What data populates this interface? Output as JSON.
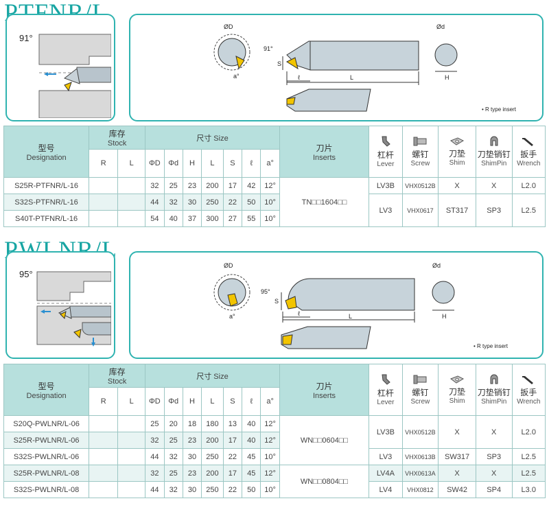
{
  "colors": {
    "accent": "#17a5a3",
    "header_bg": "#b7e0dd",
    "row_alt": "#e8f4f3"
  },
  "sections": [
    {
      "title": "PTFNR/L",
      "angle": "91°",
      "drawing_angle": "91°",
      "note": "• R type insert",
      "header": {
        "designation_cn": "型号",
        "designation_en": "Designation",
        "stock_cn": "库存",
        "stock_en": "Stock",
        "stock_r": "R",
        "stock_l": "L",
        "size_cn": "尺寸",
        "size_en": "Size",
        "dims": [
          "ΦD",
          "Φd",
          "H",
          "L",
          "S",
          "ℓ",
          "a°"
        ],
        "inserts_cn": "刀片",
        "inserts_en": "Inserts",
        "lever_cn": "杠杆",
        "lever_en": "Lever",
        "screw_cn": "螺钉",
        "screw_en": "Screw",
        "shim_cn": "刀垫",
        "shim_en": "Shim",
        "shimpin_cn": "刀垫销钉",
        "shimpin_en": "ShimPin",
        "wrench_cn": "扳手",
        "wrench_en": "Wrench"
      },
      "rows": [
        {
          "designation": "S25R-PTFNR/L-16",
          "dims": [
            "32",
            "25",
            "23",
            "200",
            "17",
            "42",
            "12°"
          ]
        },
        {
          "designation": "S32S-PTFNR/L-16",
          "dims": [
            "44",
            "32",
            "30",
            "250",
            "22",
            "50",
            "10°"
          ]
        },
        {
          "designation": "S40T-PTFNR/L-16",
          "dims": [
            "54",
            "40",
            "37",
            "300",
            "27",
            "55",
            "10°"
          ]
        }
      ],
      "insert": "TN□□1604□□",
      "parts": [
        {
          "lever": "LV3B",
          "screw": "VHX0512B",
          "shim": "X",
          "shimpin": "X",
          "wrench": "L2.0"
        },
        {
          "lever": "LV3",
          "screw": "VHX0617",
          "shim": "ST317",
          "shimpin": "SP3",
          "wrench": "L2.5"
        }
      ]
    },
    {
      "title": "PWLNR/L",
      "angle": "95°",
      "drawing_angle": "95°",
      "note": "• R type insert",
      "header": {
        "designation_cn": "型号",
        "designation_en": "Designation",
        "stock_cn": "库存",
        "stock_en": "Stock",
        "stock_r": "R",
        "stock_l": "L",
        "size_cn": "尺寸",
        "size_en": "Size",
        "dims": [
          "ΦD",
          "Φd",
          "H",
          "L",
          "S",
          "ℓ",
          "a°"
        ],
        "inserts_cn": "刀片",
        "inserts_en": "Inserts",
        "lever_cn": "杠杆",
        "lever_en": "Lever",
        "screw_cn": "螺钉",
        "screw_en": "Screw",
        "shim_cn": "刀垫",
        "shim_en": "Shim",
        "shimpin_cn": "刀垫销钉",
        "shimpin_en": "ShimPin",
        "wrench_cn": "扳手",
        "wrench_en": "Wrench"
      },
      "rows": [
        {
          "designation": "S20Q-PWLNR/L-06",
          "dims": [
            "25",
            "20",
            "18",
            "180",
            "13",
            "40",
            "12°"
          ]
        },
        {
          "designation": "S25R-PWLNR/L-06",
          "dims": [
            "32",
            "25",
            "23",
            "200",
            "17",
            "40",
            "12°"
          ]
        },
        {
          "designation": "S32S-PWLNR/L-06",
          "dims": [
            "44",
            "32",
            "30",
            "250",
            "22",
            "45",
            "10°"
          ]
        },
        {
          "designation": "S25R-PWLNR/L-08",
          "dims": [
            "32",
            "25",
            "23",
            "200",
            "17",
            "45",
            "12°"
          ]
        },
        {
          "designation": "S32S-PWLNR/L-08",
          "dims": [
            "44",
            "32",
            "30",
            "250",
            "22",
            "50",
            "10°"
          ]
        }
      ],
      "insert06": "WN□□0604□□",
      "insert08": "WN□□0804□□",
      "parts06": [
        {
          "lever": "LV3B",
          "screw": "VHX0512B",
          "shim": "X",
          "shimpin": "X",
          "wrench": "L2.0"
        },
        {
          "lever": "LV3",
          "screw": "VHX0613B",
          "shim": "SW317",
          "shimpin": "SP3",
          "wrench": "L2.5"
        }
      ],
      "parts08": [
        {
          "lever": "LV4A",
          "screw": "VHX0613A",
          "shim": "X",
          "shimpin": "X",
          "wrench": "L2.5"
        },
        {
          "lever": "LV4",
          "screw": "VHX0812",
          "shim": "SW42",
          "shimpin": "SP4",
          "wrench": "L3.0"
        }
      ]
    }
  ]
}
